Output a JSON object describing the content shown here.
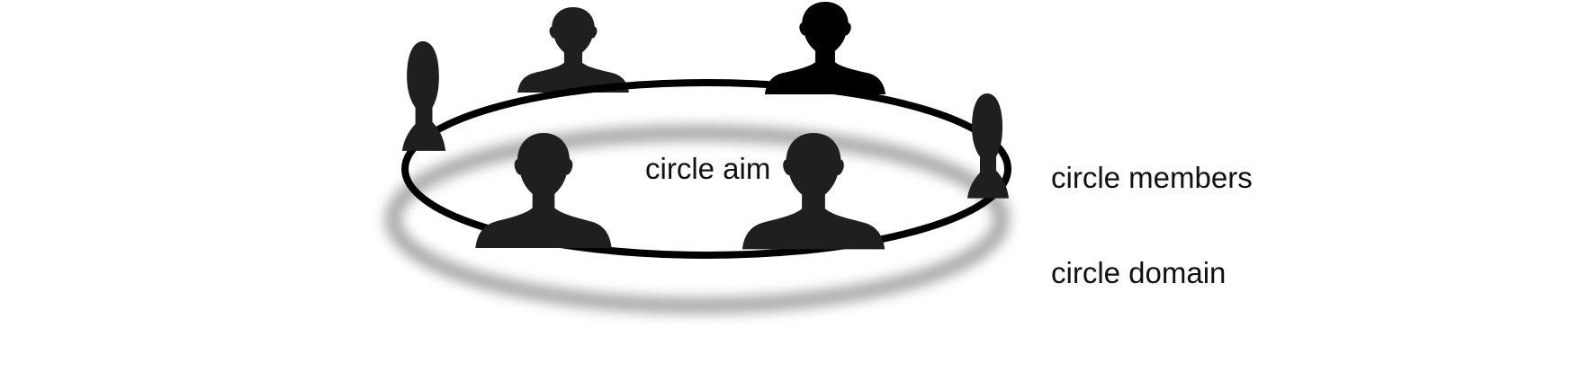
{
  "diagram": {
    "labels": {
      "aim": "circle aim",
      "members": "circle members",
      "domain": "circle domain"
    },
    "colors": {
      "ring": "#000000",
      "shadow": "#9a9a9a",
      "member_dark": "#000000",
      "member": "#1f1f1f",
      "background": "#ffffff"
    },
    "members": [
      {
        "id": "back-left",
        "icon": "person-silhouette-icon"
      },
      {
        "id": "back-right",
        "icon": "person-silhouette-icon"
      },
      {
        "id": "left-profile",
        "icon": "person-profile-icon"
      },
      {
        "id": "right-profile",
        "icon": "person-profile-icon"
      },
      {
        "id": "front-left",
        "icon": "person-silhouette-icon"
      },
      {
        "id": "front-right",
        "icon": "person-silhouette-icon"
      }
    ]
  }
}
